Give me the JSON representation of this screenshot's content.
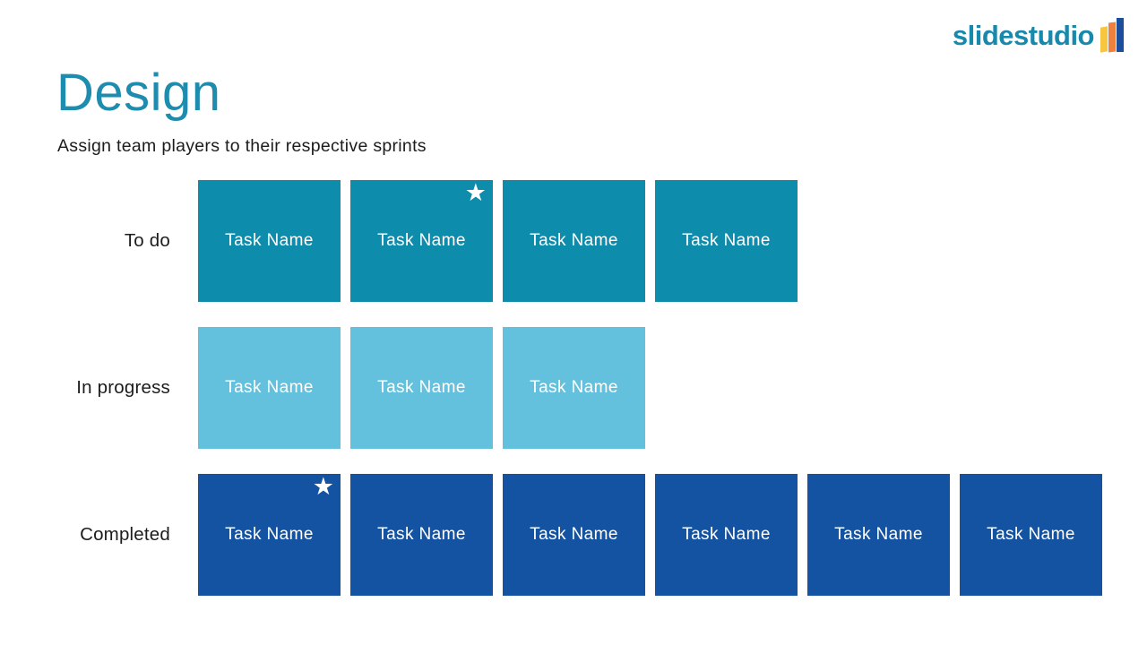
{
  "logo": {
    "text": "slidestudio",
    "text_color": "#1789AC",
    "bar_colors": [
      "#F8C63E",
      "#F0813C",
      "#1C4E9E"
    ]
  },
  "header": {
    "title": "Design",
    "title_color": "#1E8CAE",
    "subtitle": "Assign team players to their respective sprints"
  },
  "icons": {
    "star": "★"
  },
  "board": {
    "card_label": "Task Name",
    "rows": [
      {
        "label": "To do",
        "color": "#0E8CAC",
        "cards": 4,
        "starred_index": 1
      },
      {
        "label": "In progress",
        "color": "#63C1DE",
        "cards": 3,
        "starred_index": null
      },
      {
        "label": "Completed",
        "color": "#1453A1",
        "cards": 6,
        "starred_index": 0
      }
    ]
  }
}
